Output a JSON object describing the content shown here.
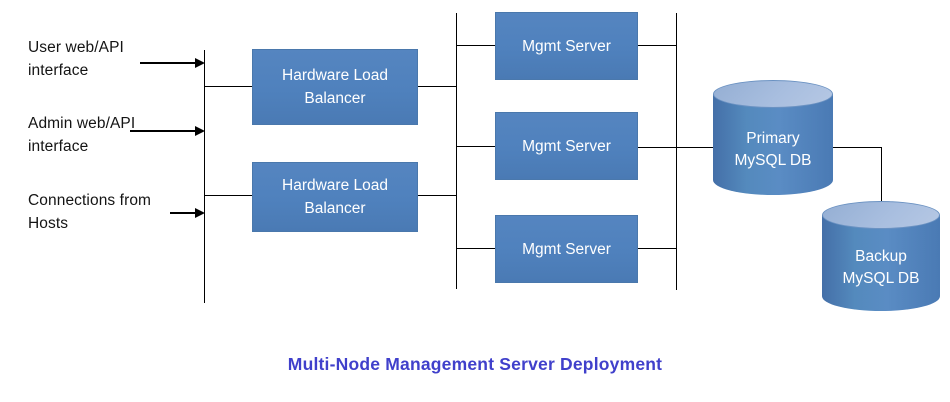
{
  "title": "Multi-Node Management Server Deployment",
  "inputs": [
    {
      "label": "User web/API interface"
    },
    {
      "label": "Admin web/API interface"
    },
    {
      "label": "Connections from Hosts"
    }
  ],
  "load_balancers": [
    {
      "label": "Hardware Load Balancer"
    },
    {
      "label": "Hardware Load Balancer"
    }
  ],
  "mgmt_servers": [
    {
      "label": "Mgmt Server"
    },
    {
      "label": "Mgmt Server"
    },
    {
      "label": "Mgmt Server"
    }
  ],
  "databases": [
    {
      "label": "Primary MySQL DB"
    },
    {
      "label": "Backup MySQL DB"
    }
  ],
  "colors": {
    "node_fill": "#4f81bd",
    "cylinder_top": "#a8bedf",
    "title_text": "#4040cb",
    "line": "#000000"
  }
}
